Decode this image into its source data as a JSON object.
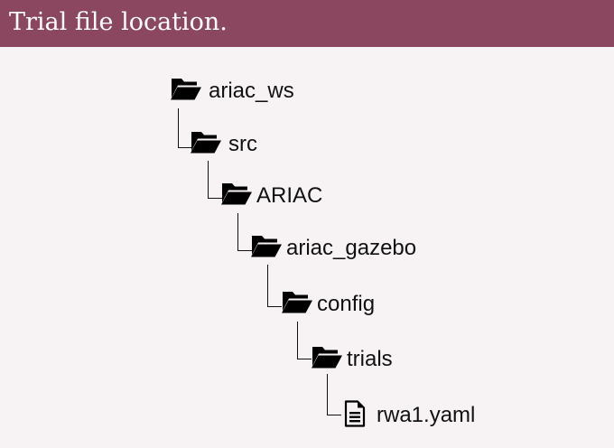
{
  "header": {
    "title": "Trial file location.",
    "background": "#8b4660"
  },
  "tree": [
    {
      "label": "ariac_ws",
      "icon": "folder-open-icon",
      "depth": 0
    },
    {
      "label": "src",
      "icon": "folder-open-icon",
      "depth": 1
    },
    {
      "label": "ARIAC",
      "icon": "folder-open-icon",
      "depth": 2
    },
    {
      "label": "ariac_gazebo",
      "icon": "folder-open-icon",
      "depth": 3
    },
    {
      "label": "config",
      "icon": "folder-open-icon",
      "depth": 4
    },
    {
      "label": "trials",
      "icon": "folder-open-icon",
      "depth": 5
    },
    {
      "label": "rwa1.yaml",
      "icon": "file-icon",
      "depth": 6
    }
  ]
}
